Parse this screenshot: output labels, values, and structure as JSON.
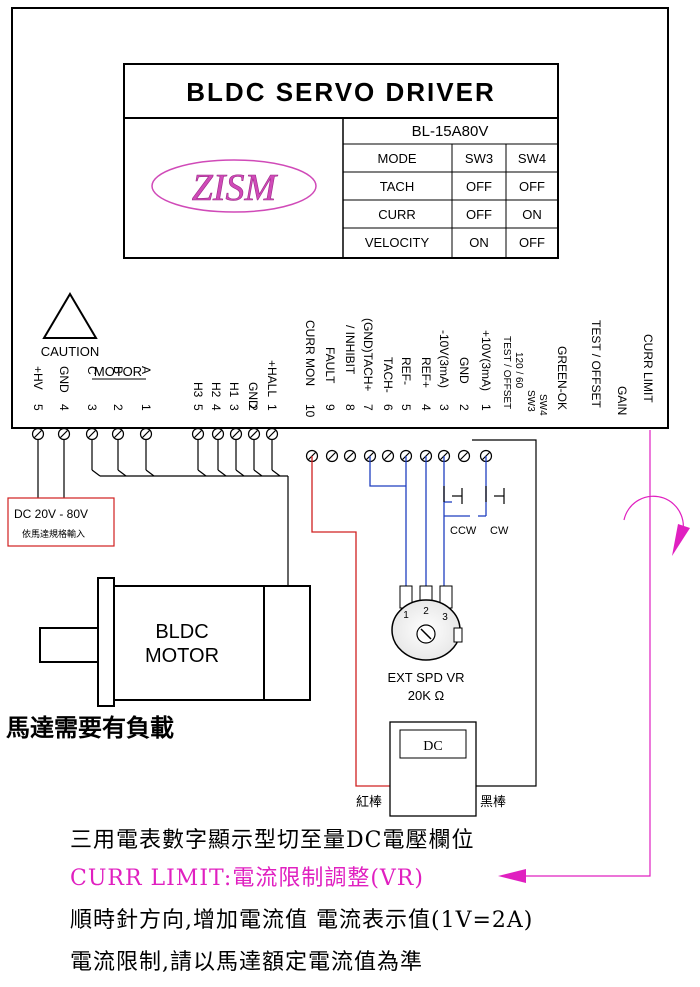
{
  "driver": {
    "title": "BLDC SERVO DRIVER",
    "model": "BL-15A80V",
    "logo": "ZISM",
    "caution": "CAUTION",
    "table_headers": [
      "MODE",
      "SW3",
      "SW4"
    ],
    "table_rows": [
      [
        "TACH",
        "OFF",
        "OFF"
      ],
      [
        "CURR",
        "OFF",
        "ON"
      ],
      [
        "VELOCITY",
        "ON",
        "OFF"
      ]
    ]
  },
  "motor_group_label": "MOTOR",
  "left_terminals": {
    "labels": [
      "+HV",
      "GND",
      "C",
      "B",
      "A"
    ],
    "numbers": [
      "5",
      "4",
      "3",
      "2",
      "1"
    ]
  },
  "hall_terminals": {
    "labels": [
      "H3",
      "H2",
      "H1",
      "GND",
      "+HALL"
    ],
    "numbers": [
      "5",
      "4",
      "3",
      "2",
      "1"
    ]
  },
  "signal_terminals": {
    "labels": [
      "CURR MON",
      "FAULT",
      "/ INHIBIT",
      "(GND)TACH+",
      "TACH-",
      "REF-",
      "REF+",
      "-10V(3mA)",
      "GND",
      "+10V(3mA)"
    ],
    "numbers": [
      "10",
      "9",
      "8",
      "7",
      "6",
      "5",
      "4",
      "3",
      "2",
      "1"
    ]
  },
  "pot_labels": {
    "test_offset": "TEST / OFFSET",
    "sw_120_60": "120 / 60",
    "sw3": "SW3",
    "sw4": "SW4",
    "green_ok": "GREEN-OK",
    "test_offset_2": "TEST / OFFSET",
    "gain": "GAIN",
    "curr_limit": "CURR LIMIT"
  },
  "power": {
    "label": "DC 20V - 80V",
    "note": "依馬達規格輸入"
  },
  "motor": {
    "line1": "BLDC",
    "line2": "MOTOR",
    "load_note": "馬達需要有負載"
  },
  "switches": {
    "ccw": "CCW",
    "cw": "CW"
  },
  "vr": {
    "pins": [
      "1",
      "2",
      "3"
    ],
    "name": "EXT SPD VR",
    "value": "20K Ω"
  },
  "meter": {
    "display": "DC",
    "red_probe": "紅棒",
    "black_probe": "黑棒"
  },
  "notes": {
    "line1": "三用電表數字顯示型切至量DC電壓欄位",
    "line2": "CURR LIMIT:電流限制調整(VR)",
    "line3": "順時針方向,增加電流值 電流表示值(1V=2A)",
    "line4": "電流限制,請以馬達額定電流值為準"
  },
  "colors": {
    "line": "#000000",
    "blue_wire": "#1f3fbf",
    "red_wire": "#d02020",
    "magenta": "#e020c0",
    "logo": "#d04ab8",
    "power_box": "#d02020"
  }
}
